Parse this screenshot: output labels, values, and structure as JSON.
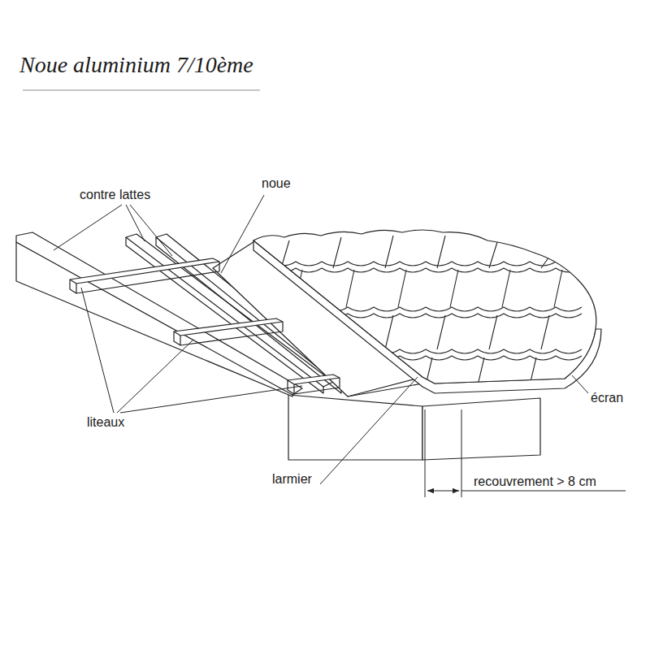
{
  "diagram": {
    "title": "Noue aluminium 7/10ème",
    "labels": [
      "contre lattes",
      "noue",
      "liteaux",
      "larmier",
      "écran",
      "recouvrement > 8 cm"
    ]
  }
}
